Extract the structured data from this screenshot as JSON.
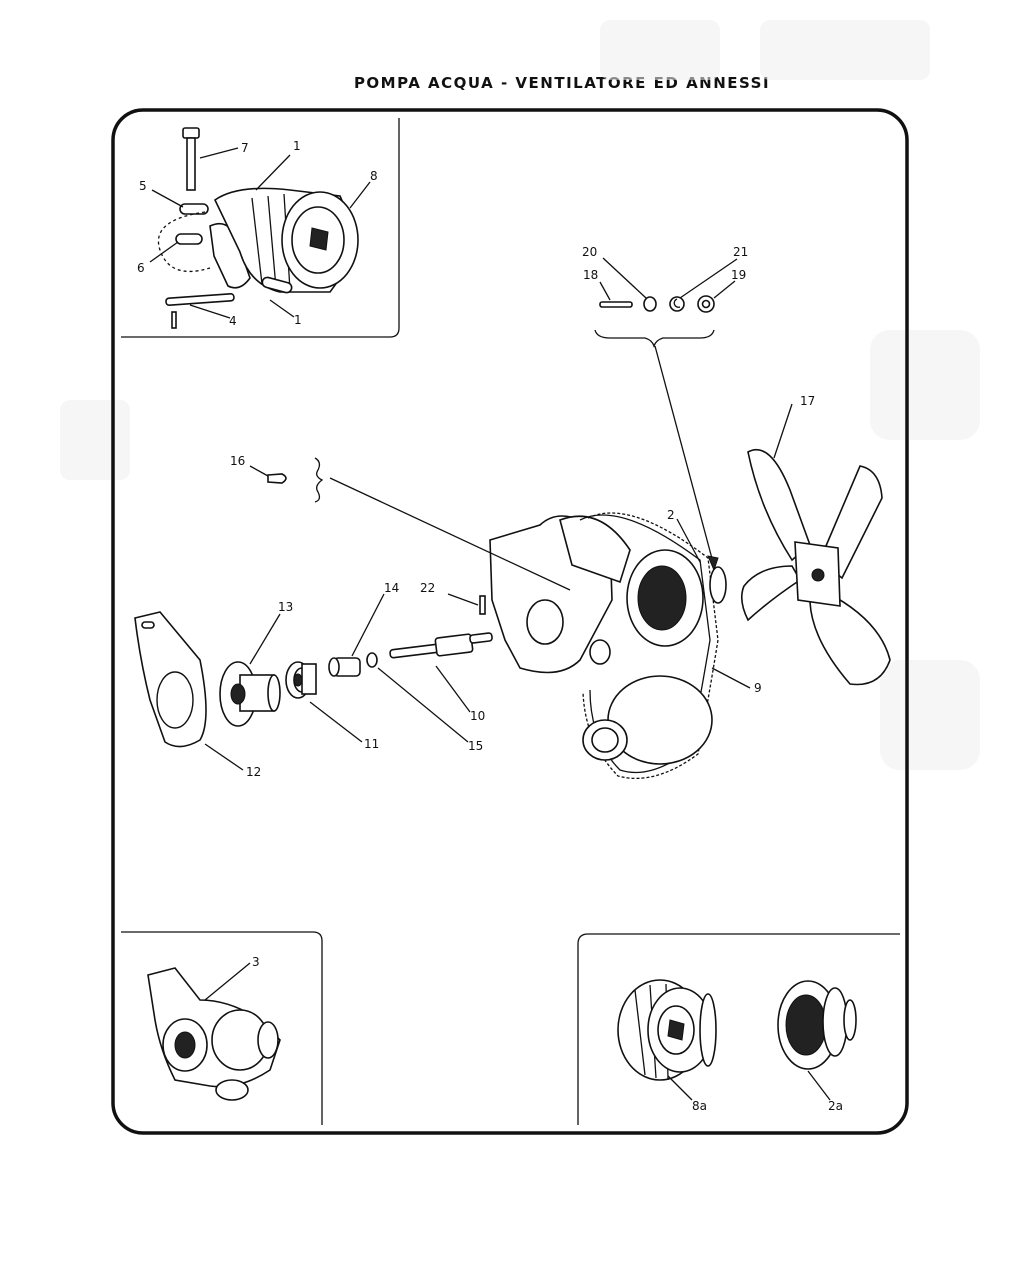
{
  "title": "POMPA ACQUA - VENTILATORE ED ANNESSI",
  "callouts": {
    "c1a": "1",
    "c1b": "1",
    "c2": "2",
    "c2a": "2a",
    "c3": "3",
    "c4": "4",
    "c5": "5",
    "c6": "6",
    "c7": "7",
    "c8": "8",
    "c8a": "8a",
    "c9": "9",
    "c10": "10",
    "c11": "11",
    "c12": "12",
    "c13": "13",
    "c14": "14",
    "c15": "15",
    "c16": "16",
    "c17": "17",
    "c18": "18",
    "c19": "19",
    "c20": "20",
    "c21": "21",
    "c22": "22"
  }
}
